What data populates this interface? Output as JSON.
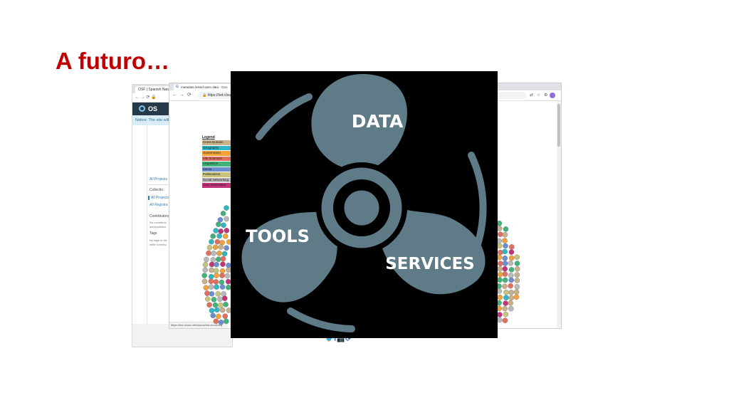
{
  "slide": {
    "title": "A futuro…"
  },
  "background_window_left": {
    "tab_title": "OSF | Spanish Natu",
    "brand": "OS",
    "notice": "Notice: The site will",
    "sidebar": {
      "all_projects": "All Projects",
      "collections": "Collectio",
      "all_projects_2": "All Projects",
      "all_registrations": "All Registra",
      "contributors": "Contributors",
      "contributors_text_1": "No contributo",
      "contributors_text_2": "administrator",
      "tags": "Tags",
      "tags_text_1": "No tags to dis",
      "tags_text_2": "write contribu"
    }
  },
  "background_window_front": {
    "tab_title": "metadata linked open data - Goo",
    "url": "https://lod-cloud.net",
    "status_url": "https://lod-cloud.net/clouds/lod-cloud.svg",
    "legend": {
      "title": "Legend",
      "items": [
        {
          "label": "Cross Domain",
          "color": "#c8b08a"
        },
        {
          "label": "Geography",
          "color": "#2fb6c4"
        },
        {
          "label": "Government",
          "color": "#f0a336"
        },
        {
          "label": "Life Sciences",
          "color": "#e06f5f"
        },
        {
          "label": "Linguistics",
          "color": "#40b37a"
        },
        {
          "label": "Media",
          "color": "#6b8ed0"
        },
        {
          "label": "Publications",
          "color": "#c9c37a"
        },
        {
          "label": "Social Networking",
          "color": "#b9b9b9"
        },
        {
          "label": "User Generated",
          "color": "#c2337a"
        }
      ]
    },
    "footer_icons": "🐦f📷⟳"
  },
  "panel": {
    "blade_color": "#5e7b87",
    "labels": {
      "data": "DATA",
      "tools": "TOOLS",
      "services": "SERVICES"
    }
  }
}
